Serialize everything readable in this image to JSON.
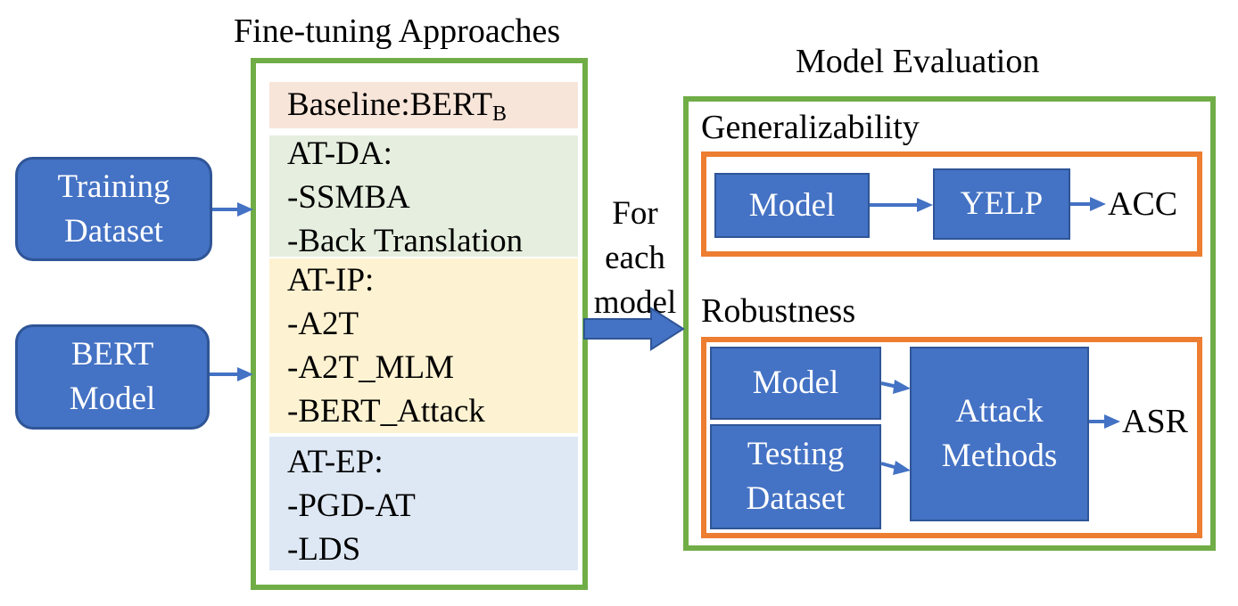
{
  "titles": {
    "fine_tuning": "Fine-tuning Approaches",
    "model_evaluation": "Model Evaluation"
  },
  "inputs": {
    "training_dataset": [
      "Training",
      "Dataset"
    ],
    "bert_model": [
      "BERT",
      "Model"
    ]
  },
  "approaches": {
    "baseline": {
      "label": "Baseline:BERT",
      "subscript": "B"
    },
    "at_da": {
      "heading": "AT-DA:",
      "items": [
        "-SSMBA",
        "-Back Translation"
      ]
    },
    "at_ip": {
      "heading": "AT-IP:",
      "items": [
        "-A2T",
        "-A2T_MLM",
        "-BERT_Attack"
      ]
    },
    "at_ep": {
      "heading": "AT-EP:",
      "items": [
        "-PGD-AT",
        "-LDS"
      ]
    }
  },
  "connector_label": [
    "For",
    "each",
    "model"
  ],
  "evaluation": {
    "generalizability": {
      "heading": "Generalizability",
      "model": "Model",
      "dataset": "YELP",
      "metric": "ACC"
    },
    "robustness": {
      "heading": "Robustness",
      "model": "Model",
      "testing_dataset": [
        "Testing",
        "Dataset"
      ],
      "attack_methods": [
        "Attack",
        "Methods"
      ],
      "metric": "ASR"
    }
  },
  "colors": {
    "box_fill": "#4472c4",
    "box_border": "#2f5597",
    "green_frame": "#70ad47",
    "orange_frame": "#ed7d31",
    "baseline_bg": "#f8e5d9",
    "at_da_bg": "#e6efdf",
    "at_ip_bg": "#fdf2d1",
    "at_ep_bg": "#dee8f4",
    "arrow": "#4472c4"
  }
}
